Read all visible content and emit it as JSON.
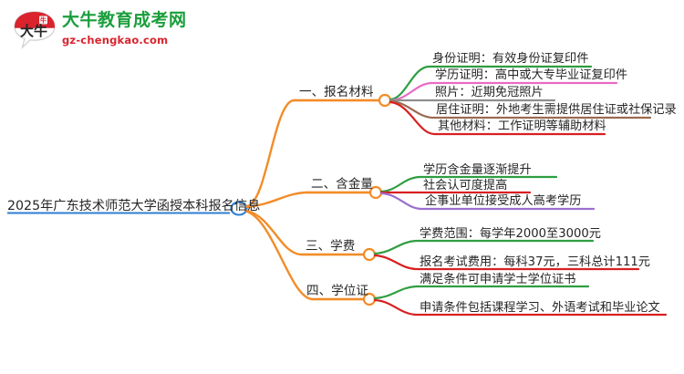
{
  "logo": {
    "mark_text": "大牛",
    "title": "大牛教育成考网",
    "subtitle": "gz-chengkao.com",
    "title_color": "#1a9e3c",
    "subtitle_color": "#d9232d",
    "mark_top_color": "#d9232d"
  },
  "mindmap": {
    "root": {
      "label": "2025年广东技术师范大学函授本科报名信息",
      "underline_color": "#2f7fd0",
      "node_color": "#2f7fd0"
    },
    "branch_connector_color": "#f28c28",
    "branch_node_color": "#f28c28",
    "branches": [
      {
        "label": "一、报名材料",
        "underline_color": "#f28c28",
        "children": [
          {
            "label": "身份证明：有效身份证复印件",
            "color": "#2f9e41"
          },
          {
            "label": "学历证明：高中或大专毕业证复印件",
            "color": "#e86bc4"
          },
          {
            "label": "照片：近期免冠照片",
            "color": "#8f8f8f"
          },
          {
            "label": "居住证明：外地考生需提供居住证或社保记录",
            "color": "#9b6a4f"
          },
          {
            "label": "其他材料：工作证明等辅助材料",
            "color": "#d82020"
          }
        ]
      },
      {
        "label": "二、含金量",
        "underline_color": "#f28c28",
        "children": [
          {
            "label": "学历含金量逐渐提升",
            "color": "#2f9e41"
          },
          {
            "label": "社会认可度提高",
            "color": "#d82020"
          },
          {
            "label": "企事业单位接受成人高考学历",
            "color": "#9b6fd0"
          }
        ]
      },
      {
        "label": "三、学费",
        "underline_color": "#f28c28",
        "children": [
          {
            "label": "学费范围：每学年2000至3000元",
            "color": "#2f9e41"
          },
          {
            "label": "报名考试费用：每科37元，三科总计111元",
            "color": "#d82020"
          }
        ]
      },
      {
        "label": "四、学位证",
        "underline_color": "#f28c28",
        "children": [
          {
            "label": "满足条件可申请学士学位证书",
            "color": "#2f9e41"
          },
          {
            "label": "申请条件包括课程学习、外语考试和毕业论文",
            "color": "#d82020"
          }
        ]
      }
    ]
  }
}
